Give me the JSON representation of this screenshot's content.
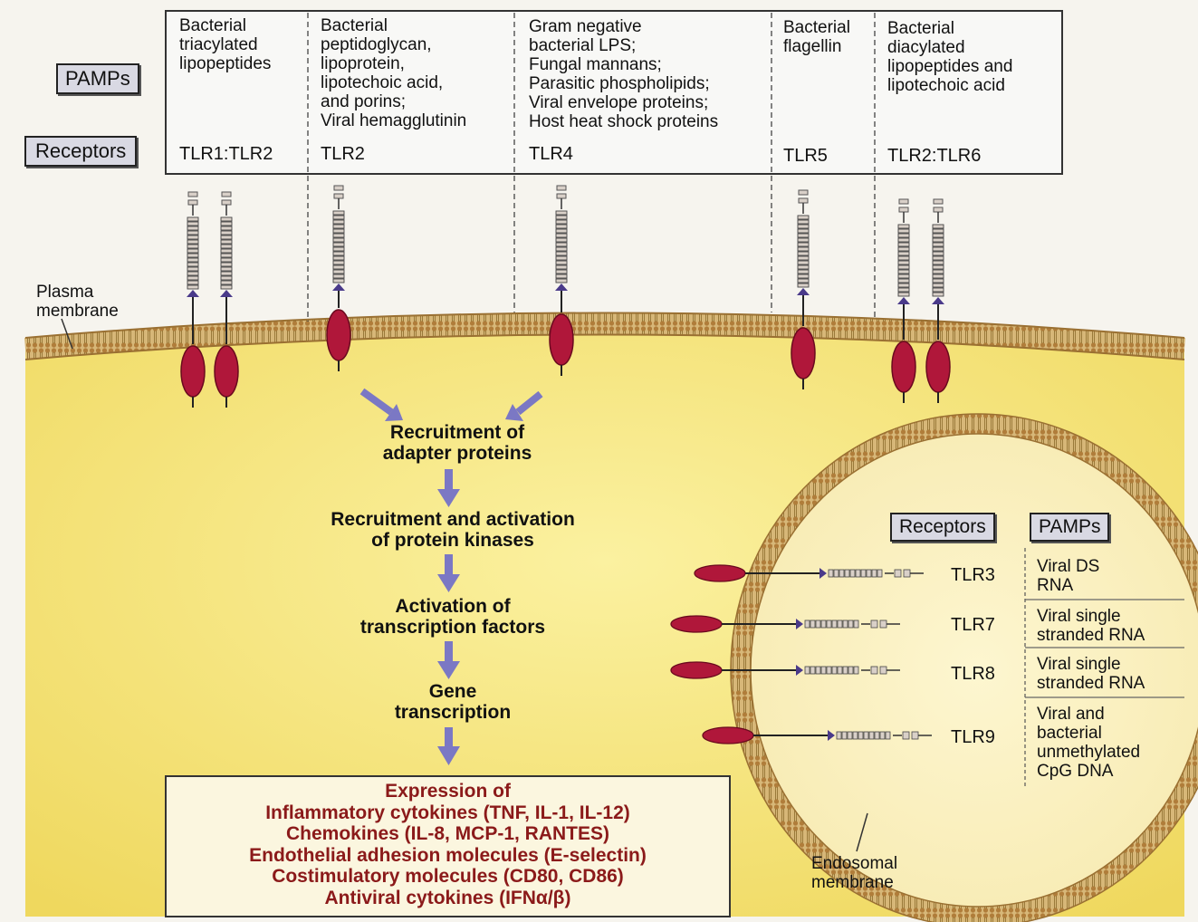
{
  "header": {
    "pamps_label": "PAMPs",
    "receptors_label": "Receptors",
    "columns": [
      {
        "pamps": [
          "Bacterial",
          "triacylated",
          "lipopeptides"
        ],
        "receptor": "TLR1:TLR2"
      },
      {
        "pamps": [
          "Bacterial",
          "peptidoglycan,",
          "lipoprotein,",
          "lipotechoic acid,",
          "and porins;",
          "Viral hemagglutinin"
        ],
        "receptor": "TLR2"
      },
      {
        "pamps": [
          "Gram negative",
          "bacterial LPS;",
          "Fungal mannans;",
          "Parasitic phospholipids;",
          "Viral envelope proteins;",
          "Host heat shock proteins"
        ],
        "receptor": "TLR4"
      },
      {
        "pamps": [
          "Bacterial",
          "flagellin"
        ],
        "receptor": "TLR5"
      },
      {
        "pamps": [
          "Bacterial",
          "diacylated",
          "lipopeptides and",
          "lipotechoic acid"
        ],
        "receptor": "TLR2:TLR6"
      }
    ]
  },
  "plasma_membrane_label": [
    "Plasma",
    "membrane"
  ],
  "endosomal_membrane_label": [
    "Endosomal",
    "membrane"
  ],
  "steps": [
    [
      "Recruitment of",
      "adapter proteins"
    ],
    [
      "Recruitment and activation",
      "of protein kinases"
    ],
    [
      "Activation of",
      "transcription factors"
    ],
    [
      "Gene",
      "transcription"
    ]
  ],
  "expression": [
    "Expression of",
    "Inflammatory cytokines (TNF, IL-1, IL-12)",
    "Chemokines (IL-8, MCP-1, RANTES)",
    "Endothelial adhesion molecules (E-selectin)",
    "Costimulatory molecules (CD80, CD86)",
    "Antiviral cytokines (IFNα/β)"
  ],
  "endosome_table": {
    "receptors_label": "Receptors",
    "pamps_label": "PAMPs",
    "rows": [
      {
        "receptor": "TLR3",
        "pamps": [
          "Viral DS",
          "RNA"
        ]
      },
      {
        "receptor": "TLR7",
        "pamps": [
          "Viral single",
          "stranded RNA"
        ]
      },
      {
        "receptor": "TLR8",
        "pamps": [
          "Viral single",
          "stranded RNA"
        ]
      },
      {
        "receptor": "TLR9",
        "pamps": [
          "Viral and",
          "bacterial",
          "unmethylated",
          "CpG DNA"
        ]
      }
    ]
  },
  "colors": {
    "cytoplasm": "#f3e27a",
    "membrane": "#c9a35a",
    "receptor_ecto": "#d9d0c8",
    "receptor_tail": "#b0173a",
    "arrow": "#7b78c4",
    "expression_text": "#8b1a1a",
    "tir_domain": "#4a3a8a"
  }
}
